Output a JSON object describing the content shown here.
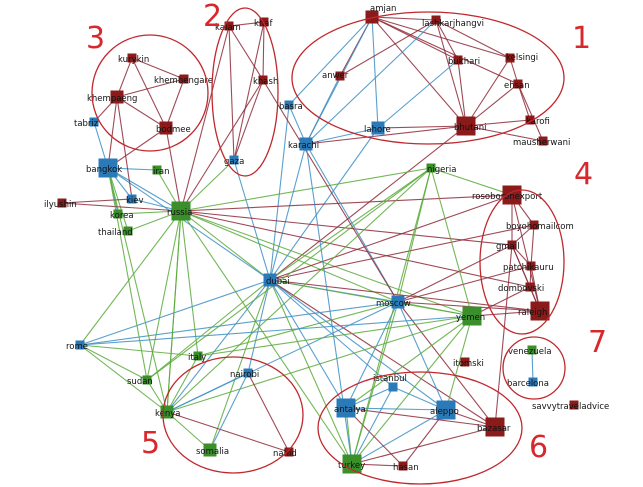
{
  "colors": {
    "red_node": "#8b1a1a",
    "blue_node": "#2a7ab8",
    "green_node": "#3a8f2a",
    "edge_red": "#8e2a3a",
    "edge_blue": "#3d8fc4",
    "edge_green": "#5aaa3a",
    "cluster_outline": "#c0282d",
    "cluster_number": "#d8282d",
    "label_text": "#111111"
  },
  "nodes": [
    {
      "id": "amjan",
      "label": "amjan",
      "color": "red",
      "size": "m"
    },
    {
      "id": "lashkar",
      "label": "lashkarjhangvi",
      "color": "red",
      "size": "s"
    },
    {
      "id": "bukhari",
      "label": "bukhari",
      "color": "red",
      "size": "s"
    },
    {
      "id": "kelsingi",
      "label": "kelsingi",
      "color": "red",
      "size": "s"
    },
    {
      "id": "anwer",
      "label": "anwer",
      "color": "red",
      "size": "s"
    },
    {
      "id": "ehsan",
      "label": "ehsan",
      "color": "red",
      "size": "s"
    },
    {
      "id": "bhutani",
      "label": "bhutani",
      "color": "red",
      "size": "l"
    },
    {
      "id": "karofi",
      "label": "karofi",
      "color": "red",
      "size": "s"
    },
    {
      "id": "maus",
      "label": "mausherwani",
      "color": "red",
      "size": "s"
    },
    {
      "id": "lahore",
      "label": "lahore",
      "color": "blue",
      "size": "m"
    },
    {
      "id": "karachi",
      "label": "karachi",
      "color": "blue",
      "size": "m"
    },
    {
      "id": "basra",
      "label": "basra",
      "color": "blue",
      "size": "s"
    },
    {
      "id": "kalam",
      "label": "kalam",
      "color": "red",
      "size": "s"
    },
    {
      "id": "khaf",
      "label": "khaf",
      "color": "red",
      "size": "s"
    },
    {
      "id": "khash",
      "label": "khash",
      "color": "red",
      "size": "s"
    },
    {
      "id": "gaza",
      "label": "gaza",
      "color": "blue",
      "size": "s"
    },
    {
      "id": "kurykin",
      "label": "kurykin",
      "color": "red",
      "size": "s"
    },
    {
      "id": "khembe",
      "label": "khembengare",
      "color": "red",
      "size": "s"
    },
    {
      "id": "khemp",
      "label": "khempaeng",
      "color": "red",
      "size": "m"
    },
    {
      "id": "bodmee",
      "label": "bodmee",
      "color": "red",
      "size": "m"
    },
    {
      "id": "tabriz",
      "label": "tabriz",
      "color": "blue",
      "size": "s"
    },
    {
      "id": "bangkok",
      "label": "bangkok",
      "color": "blue",
      "size": "l"
    },
    {
      "id": "iran",
      "label": "iran",
      "color": "green",
      "size": "s"
    },
    {
      "id": "ilyushin",
      "label": "ilyushin",
      "color": "red",
      "size": "s"
    },
    {
      "id": "kiev",
      "label": "kiev",
      "color": "blue",
      "size": "s"
    },
    {
      "id": "korea",
      "label": "korea",
      "color": "green",
      "size": "s"
    },
    {
      "id": "thailand",
      "label": "thailand",
      "color": "green",
      "size": "s"
    },
    {
      "id": "russia",
      "label": "russia",
      "color": "green",
      "size": "l"
    },
    {
      "id": "dubai",
      "label": "dubai",
      "color": "blue",
      "size": "m"
    },
    {
      "id": "nigeria",
      "label": "nigeria",
      "color": "green",
      "size": "s"
    },
    {
      "id": "rosoboron",
      "label": "rosoboronexport",
      "color": "red",
      "size": "l"
    },
    {
      "id": "boyo",
      "label": "boyohomailcom",
      "color": "red",
      "size": "s"
    },
    {
      "id": "gmail",
      "label": "gmail",
      "color": "red",
      "size": "s"
    },
    {
      "id": "patchi",
      "label": "patchikauru",
      "color": "red",
      "size": "s"
    },
    {
      "id": "domb",
      "label": "dombovski",
      "color": "red",
      "size": "s"
    },
    {
      "id": "raleigh",
      "label": "raleigh",
      "color": "red",
      "size": "l"
    },
    {
      "id": "moscow",
      "label": "moscow",
      "color": "blue",
      "size": "m"
    },
    {
      "id": "yemen",
      "label": "yemen",
      "color": "green",
      "size": "l"
    },
    {
      "id": "rome",
      "label": "rome",
      "color": "blue",
      "size": "s"
    },
    {
      "id": "italy",
      "label": "italy",
      "color": "green",
      "size": "s"
    },
    {
      "id": "sudan",
      "label": "sudan",
      "color": "green",
      "size": "s"
    },
    {
      "id": "nairobi",
      "label": "nairobi",
      "color": "blue",
      "size": "s"
    },
    {
      "id": "kenya",
      "label": "kenya",
      "color": "green",
      "size": "m"
    },
    {
      "id": "somalia",
      "label": "somalia",
      "color": "green",
      "size": "m"
    },
    {
      "id": "nahid",
      "label": "nahid",
      "color": "red",
      "size": "s"
    },
    {
      "id": "itomski",
      "label": "itomski",
      "color": "red",
      "size": "s"
    },
    {
      "id": "venezuela",
      "label": "venezuela",
      "color": "green",
      "size": "s"
    },
    {
      "id": "barcelona",
      "label": "barcelona",
      "color": "blue",
      "size": "s"
    },
    {
      "id": "savvy",
      "label": "savvytraveladvice",
      "color": "red",
      "size": "s"
    },
    {
      "id": "istanbul",
      "label": "istanbul",
      "color": "blue",
      "size": "s"
    },
    {
      "id": "antalya",
      "label": "antalya",
      "color": "blue",
      "size": "l"
    },
    {
      "id": "aleppo",
      "label": "aleppo",
      "color": "blue",
      "size": "l"
    },
    {
      "id": "bazasar",
      "label": "bazasar",
      "color": "red",
      "size": "l"
    },
    {
      "id": "turkey",
      "label": "turkey",
      "color": "green",
      "size": "l"
    },
    {
      "id": "hasan",
      "label": "hasan",
      "color": "red",
      "size": "s"
    }
  ],
  "edges": [
    [
      "amjan",
      "lashkar",
      "red"
    ],
    [
      "amjan",
      "bukhari",
      "red"
    ],
    [
      "amjan",
      "kelsingi",
      "red"
    ],
    [
      "amjan",
      "anwer",
      "red"
    ],
    [
      "amjan",
      "ehsan",
      "red"
    ],
    [
      "amjan",
      "bhutani",
      "red"
    ],
    [
      "amjan",
      "lahore",
      "blue"
    ],
    [
      "amjan",
      "karachi",
      "blue"
    ],
    [
      "amjan",
      "basra",
      "blue"
    ],
    [
      "lashkar",
      "bukhari",
      "red"
    ],
    [
      "lashkar",
      "kelsingi",
      "red"
    ],
    [
      "lashkar",
      "bhutani",
      "red"
    ],
    [
      "lashkar",
      "karachi",
      "blue"
    ],
    [
      "lashkar",
      "anwer",
      "red"
    ],
    [
      "bukhari",
      "bhutani",
      "red"
    ],
    [
      "bukhari",
      "lahore",
      "blue"
    ],
    [
      "kelsingi",
      "ehsan",
      "red"
    ],
    [
      "kelsingi",
      "bhutani",
      "red"
    ],
    [
      "ehsan",
      "bhutani",
      "red"
    ],
    [
      "ehsan",
      "karofi",
      "red"
    ],
    [
      "ehsan",
      "maus",
      "red"
    ],
    [
      "bhutani",
      "karofi",
      "red"
    ],
    [
      "bhutani",
      "maus",
      "red"
    ],
    [
      "bhutani",
      "lahore",
      "red"
    ],
    [
      "bhutani",
      "karachi",
      "red"
    ],
    [
      "anwer",
      "karachi",
      "blue"
    ],
    [
      "lahore",
      "karachi",
      "blue"
    ],
    [
      "karachi",
      "basra",
      "blue"
    ],
    [
      "karachi",
      "dubai",
      "blue"
    ],
    [
      "lahore",
      "dubai",
      "blue"
    ],
    [
      "basra",
      "dubai",
      "blue"
    ],
    [
      "bhutani",
      "dubai",
      "red"
    ],
    [
      "kalam",
      "khaf",
      "red"
    ],
    [
      "kalam",
      "khash",
      "red"
    ],
    [
      "kalam",
      "gaza",
      "red"
    ],
    [
      "khaf",
      "khash",
      "red"
    ],
    [
      "khaf",
      "gaza",
      "red"
    ],
    [
      "khash",
      "gaza",
      "red"
    ],
    [
      "gaza",
      "dubai",
      "blue"
    ],
    [
      "gaza",
      "russia",
      "green"
    ],
    [
      "kalam",
      "russia",
      "red"
    ],
    [
      "khash",
      "russia",
      "red"
    ],
    [
      "kurykin",
      "khembe",
      "red"
    ],
    [
      "kurykin",
      "khemp",
      "red"
    ],
    [
      "kurykin",
      "bodmee",
      "red"
    ],
    [
      "khembe",
      "khemp",
      "red"
    ],
    [
      "khembe",
      "bodmee",
      "red"
    ],
    [
      "khemp",
      "bodmee",
      "red"
    ],
    [
      "khemp",
      "tabriz",
      "red"
    ],
    [
      "khemp",
      "bangkok",
      "red"
    ],
    [
      "bodmee",
      "bangkok",
      "red"
    ],
    [
      "bodmee",
      "russia",
      "red"
    ],
    [
      "tabriz",
      "bangkok",
      "blue"
    ],
    [
      "bangkok",
      "iran",
      "blue"
    ],
    [
      "bangkok",
      "kiev",
      "blue"
    ],
    [
      "bangkok",
      "korea",
      "blue"
    ],
    [
      "bangkok",
      "russia",
      "blue"
    ],
    [
      "bangkok",
      "thailand",
      "green"
    ],
    [
      "iran",
      "russia",
      "green"
    ],
    [
      "ilyushin",
      "russia",
      "red"
    ],
    [
      "ilyushin",
      "kiev",
      "red"
    ],
    [
      "kiev",
      "russia",
      "blue"
    ],
    [
      "korea",
      "russia",
      "green"
    ],
    [
      "thailand",
      "russia",
      "green"
    ],
    [
      "russia",
      "dubai",
      "green"
    ],
    [
      "russia",
      "moscow",
      "green"
    ],
    [
      "russia",
      "nigeria",
      "green"
    ],
    [
      "russia",
      "rosoboron",
      "red"
    ],
    [
      "russia",
      "yemen",
      "green"
    ],
    [
      "russia",
      "italy",
      "green"
    ],
    [
      "russia",
      "sudan",
      "green"
    ],
    [
      "russia",
      "kenya",
      "green"
    ],
    [
      "russia",
      "rome",
      "green"
    ],
    [
      "russia",
      "turkey",
      "green"
    ],
    [
      "russia",
      "gmail",
      "red"
    ],
    [
      "russia",
      "domb",
      "red"
    ],
    [
      "dubai",
      "moscow",
      "blue"
    ],
    [
      "dubai",
      "nigeria",
      "green"
    ],
    [
      "dubai",
      "yemen",
      "green"
    ],
    [
      "dubai",
      "kenya",
      "blue"
    ],
    [
      "dubai",
      "nairobi",
      "blue"
    ],
    [
      "dubai",
      "antalya",
      "blue"
    ],
    [
      "dubai",
      "aleppo",
      "blue"
    ],
    [
      "dubai",
      "bazasar",
      "red"
    ],
    [
      "dubai",
      "turkey",
      "green"
    ],
    [
      "dubai",
      "rome",
      "blue"
    ],
    [
      "dubai",
      "sudan",
      "green"
    ],
    [
      "dubai",
      "rosoboron",
      "red"
    ],
    [
      "dubai",
      "boyo",
      "red"
    ],
    [
      "dubai",
      "raleigh",
      "red"
    ],
    [
      "dubai",
      "somalia",
      "green"
    ],
    [
      "dubai",
      "bangkok",
      "blue"
    ],
    [
      "moscow",
      "yemen",
      "green"
    ],
    [
      "moscow",
      "raleigh",
      "red"
    ],
    [
      "moscow",
      "nigeria",
      "green"
    ],
    [
      "moscow",
      "rome",
      "blue"
    ],
    [
      "moscow",
      "italy",
      "green"
    ],
    [
      "moscow",
      "kenya",
      "blue"
    ],
    [
      "moscow",
      "turkey",
      "green"
    ],
    [
      "moscow",
      "antalya",
      "blue"
    ],
    [
      "moscow",
      "aleppo",
      "blue"
    ],
    [
      "moscow",
      "bazasar",
      "red"
    ],
    [
      "moscow",
      "gmail",
      "red"
    ],
    [
      "moscow",
      "patchi",
      "red"
    ],
    [
      "moscow",
      "karachi",
      "blue"
    ],
    [
      "moscow",
      "khash",
      "red"
    ],
    [
      "nigeria",
      "yemen",
      "green"
    ],
    [
      "nigeria",
      "sudan",
      "green"
    ],
    [
      "nigeria",
      "rosoboron",
      "green"
    ],
    [
      "nigeria",
      "kenya",
      "green"
    ],
    [
      "rosoboron",
      "boyo",
      "red"
    ],
    [
      "rosoboron",
      "gmail",
      "red"
    ],
    [
      "rosoboron",
      "raleigh",
      "red"
    ],
    [
      "boyo",
      "gmail",
      "red"
    ],
    [
      "boyo",
      "patchi",
      "red"
    ],
    [
      "gmail",
      "patchi",
      "red"
    ],
    [
      "gmail",
      "domb",
      "red"
    ],
    [
      "gmail",
      "raleigh",
      "red"
    ],
    [
      "patchi",
      "domb",
      "red"
    ],
    [
      "domb",
      "raleigh",
      "red"
    ],
    [
      "patchi",
      "raleigh",
      "red"
    ],
    [
      "yemen",
      "raleigh",
      "red"
    ],
    [
      "yemen",
      "domb",
      "red"
    ],
    [
      "yemen",
      "kenya",
      "green"
    ],
    [
      "yemen",
      "italy",
      "green"
    ],
    [
      "yemen",
      "turkey",
      "green"
    ],
    [
      "rome",
      "italy",
      "green"
    ],
    [
      "rome",
      "sudan",
      "green"
    ],
    [
      "rome",
      "kenya",
      "green"
    ],
    [
      "rome",
      "yemen",
      "blue"
    ],
    [
      "italy",
      "kenya",
      "green"
    ],
    [
      "sudan",
      "kenya",
      "green"
    ],
    [
      "kenya",
      "somalia",
      "green"
    ],
    [
      "kenya",
      "nairobi",
      "blue"
    ],
    [
      "kenya",
      "nahid",
      "red"
    ],
    [
      "nairobi",
      "somalia",
      "blue"
    ],
    [
      "nairobi",
      "nahid",
      "red"
    ],
    [
      "kenya",
      "bangkok",
      "green"
    ],
    [
      "sudan",
      "bangkok",
      "green"
    ],
    [
      "kenya",
      "russia",
      "green"
    ],
    [
      "venezuela",
      "barcelona",
      "blue"
    ],
    [
      "istanbul",
      "antalya",
      "blue"
    ],
    [
      "istanbul",
      "aleppo",
      "blue"
    ],
    [
      "antalya",
      "aleppo",
      "blue"
    ],
    [
      "antalya",
      "bazasar",
      "red"
    ],
    [
      "aleppo",
      "bazasar",
      "red"
    ],
    [
      "antalya",
      "turkey",
      "green"
    ],
    [
      "aleppo",
      "turkey",
      "blue"
    ],
    [
      "bazasar",
      "turkey",
      "red"
    ],
    [
      "turkey",
      "hasan",
      "red"
    ],
    [
      "antalya",
      "hasan",
      "red"
    ],
    [
      "aleppo",
      "hasan",
      "red"
    ],
    [
      "istanbul",
      "turkey",
      "blue"
    ],
    [
      "istanbul",
      "dubai",
      "blue"
    ],
    [
      "antalya",
      "yemen",
      "green"
    ],
    [
      "aleppo",
      "yemen",
      "green"
    ],
    [
      "turkey",
      "nigeria",
      "green"
    ],
    [
      "bazasar",
      "gmail",
      "red"
    ],
    [
      "turkey",
      "karachi",
      "blue"
    ],
    [
      "khemp",
      "kiev",
      "red"
    ]
  ],
  "clusters": [
    {
      "id": "1",
      "number": "1"
    },
    {
      "id": "2",
      "number": "2"
    },
    {
      "id": "3",
      "number": "3"
    },
    {
      "id": "4",
      "number": "4"
    },
    {
      "id": "5",
      "number": "5"
    },
    {
      "id": "6",
      "number": "6"
    },
    {
      "id": "7",
      "number": "7"
    }
  ]
}
